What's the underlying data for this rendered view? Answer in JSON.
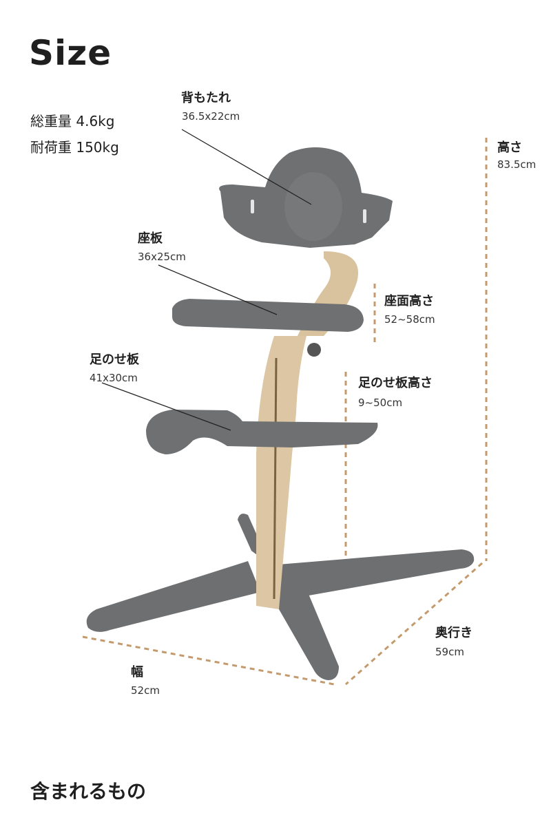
{
  "title": "Size",
  "specs": [
    {
      "text": "総重量 4.6kg"
    },
    {
      "text": "耐荷重 150kg"
    }
  ],
  "parts": {
    "backrest": {
      "label": "背もたれ",
      "size": "36.5x22cm"
    },
    "seat": {
      "label": "座板",
      "size": "36x25cm"
    },
    "footrest": {
      "label": "足のせ板",
      "size": "41x30cm"
    },
    "height": {
      "label": "高さ",
      "size": "83.5cm"
    },
    "seat_height": {
      "label": "座面高さ",
      "size": "52~58cm"
    },
    "footrest_height": {
      "label": "足のせ板高さ",
      "size": "9~50cm"
    },
    "depth": {
      "label": "奥行き",
      "size": "59cm"
    },
    "width": {
      "label": "幅",
      "size": "52cm"
    }
  },
  "footer": {
    "heading": "含まれるもの"
  },
  "colors": {
    "plastic": "#6e6f71",
    "wood": "#d9c29e",
    "dim_line": "#c49a6c",
    "leader": "#222222"
  }
}
